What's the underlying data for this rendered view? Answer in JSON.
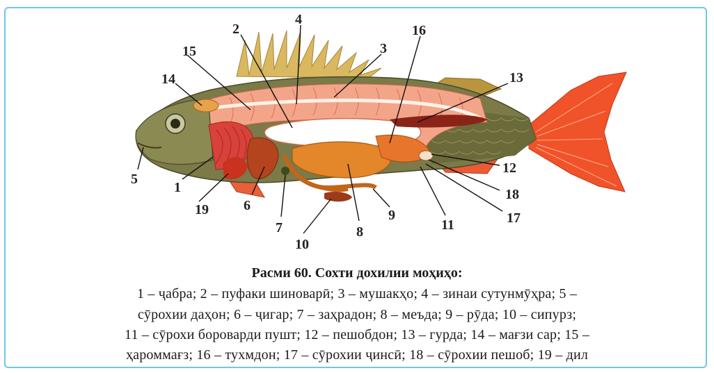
{
  "figure": {
    "labels": [
      "1",
      "2",
      "3",
      "4",
      "5",
      "6",
      "7",
      "8",
      "9",
      "10",
      "11",
      "12",
      "13",
      "14",
      "15",
      "16",
      "17",
      "18",
      "19"
    ]
  },
  "caption": {
    "title": "Расми 60. Сохти дохилии моҳиҳо:",
    "line1": "1 – ҷабра; 2 – пуфаки шиноварӣ; 3 – мушакҳо; 4 – зинаи сутунмӯҳра; 5 –",
    "line2": "сӯрохии даҳон; 6 – ҷигар; 7 – заҳрадон; 8 – меъда; 9 – рӯда; 10 – сипурз;",
    "line3": "11 – сӯрохи бороварди пушт; 12 – пешобдон; 13 – гурда; 14 – мағзи сар; 15 –",
    "line4": "ҳароммағз; 16 – тухмдон; 17 – сӯрохии ҷинсӣ; 18 – сӯрохии пешоб; 19 – дил"
  },
  "colors": {
    "frame": "#6fc7e8",
    "muscle": "#f08a6c",
    "tail": "#f0522a",
    "organ": "#d8741e",
    "scales": "#6b6a3a",
    "fin": "#c9a84a"
  }
}
